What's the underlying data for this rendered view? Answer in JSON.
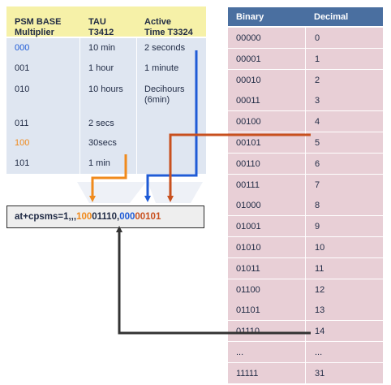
{
  "left_table": {
    "headers": [
      "PSM BASE\nMultiplier",
      "TAU\nT3412",
      "Active\nTime T3324"
    ],
    "rows": [
      {
        "bits": "000",
        "tau": "10 min",
        "active": "2 seconds"
      },
      {
        "bits": "001",
        "tau": "1 hour",
        "active": "1 minute"
      },
      {
        "bits": "010",
        "tau": "10 hours",
        "active": "Decihours\n(6min)"
      },
      {
        "bits": "011",
        "tau": "2 secs",
        "active": ""
      },
      {
        "bits": "100",
        "tau": "30secs",
        "active": ""
      },
      {
        "bits": "101",
        "tau": "1 min",
        "active": ""
      }
    ]
  },
  "right_table": {
    "headers": [
      "Binary",
      "Decimal"
    ],
    "rows": [
      [
        "00000",
        "0"
      ],
      [
        "00001",
        "1"
      ],
      [
        "00010",
        "2"
      ],
      [
        "00011",
        "3"
      ],
      [
        "00100",
        "4"
      ],
      [
        "00101",
        "5"
      ],
      [
        "00110",
        "6"
      ],
      [
        "00111",
        "7"
      ],
      [
        "01000",
        "8"
      ],
      [
        "01001",
        "9"
      ],
      [
        "01010",
        "10"
      ],
      [
        "01011",
        "11"
      ],
      [
        "01100",
        "12"
      ],
      [
        "01101",
        "13"
      ],
      [
        "01110",
        "14"
      ],
      [
        "...",
        "..."
      ],
      [
        "11111",
        "31"
      ]
    ]
  },
  "command": {
    "prefix": "at+cpsms=1,,,",
    "tau_unit": "100",
    "tau_value": "01110",
    "separator": ",",
    "active_unit": "000",
    "active_value": "00101"
  },
  "colors": {
    "left_header_bg": "#f6f1a8",
    "left_row_bg": "#dfe6f1",
    "right_header_bg": "#4a6fa0",
    "right_row_bg": "#e8cfd6",
    "blue": "#1f5bd6",
    "orange": "#f08a1c",
    "dark_orange": "#c8501e",
    "dark": "#333333",
    "text": "#1f2a44"
  }
}
